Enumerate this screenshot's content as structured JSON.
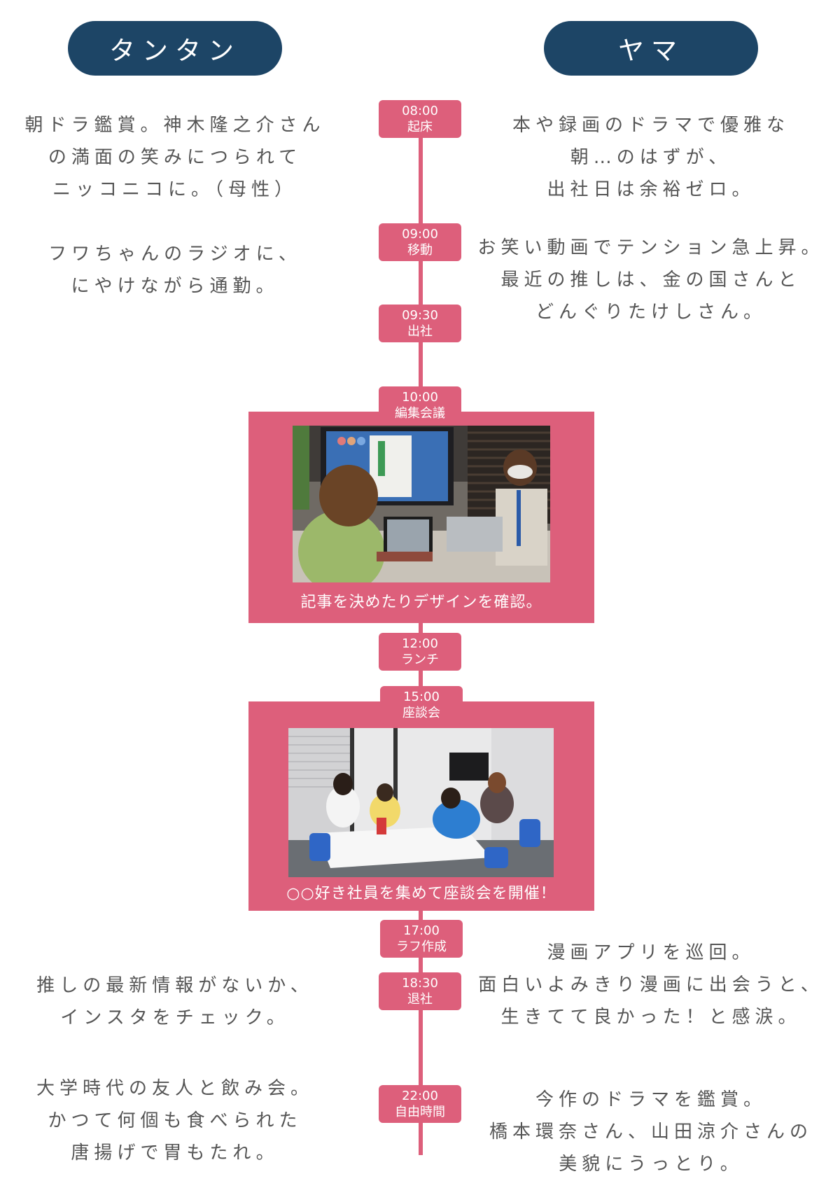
{
  "header": {
    "left_name": "タンタン",
    "right_name": "ヤマ"
  },
  "timeline": [
    {
      "time": "08:00",
      "label": "起床"
    },
    {
      "time": "09:00",
      "label": "移動"
    },
    {
      "time": "09:30",
      "label": "出社"
    },
    {
      "time": "10:00",
      "label": "編集会議"
    },
    {
      "time": "12:00",
      "label": "ランチ"
    },
    {
      "time": "15:00",
      "label": "座談会"
    },
    {
      "time": "17:00",
      "label": "ラフ作成"
    },
    {
      "time": "18:30",
      "label": "退社"
    },
    {
      "time": "22:00",
      "label": "自由時間"
    }
  ],
  "cards": [
    {
      "caption": "記事を決めたりデザインを確認。"
    },
    {
      "caption": "○○好き社員を集めて座談会を開催！"
    }
  ],
  "left_notes": [
    [
      "朝ドラ鑑賞。神木隆之介さん",
      "の満面の笑みにつられて",
      "ニッコニコに。（母性）"
    ],
    [
      "フワちゃんのラジオに、",
      "にやけながら通勤。"
    ],
    [
      "推しの最新情報がないか、",
      "インスタをチェック。"
    ],
    [
      "大学時代の友人と飲み会。",
      "かつて何個も食べられた",
      "唐揚げで胃もたれ。"
    ]
  ],
  "right_notes": [
    [
      "本や録画のドラマで優雅な",
      "朝…のはずが、",
      "出社日は余裕ゼロ。"
    ],
    [
      "お笑い動画でテンション急上昇。",
      "最近の推しは、金の国さんと",
      "どんぐりたけしさん。"
    ],
    [
      "漫画アプリを巡回。",
      "面白いよみきり漫画に出会うと、",
      "生きてて良かった！と感涙。"
    ],
    [
      "今作のドラマを鑑賞。",
      "橋本環奈さん、山田涼介さんの",
      "美貌にうっとり。"
    ]
  ],
  "colors": {
    "navy": "#1d4566",
    "pink": "#dd5f7b",
    "text": "#555555"
  }
}
